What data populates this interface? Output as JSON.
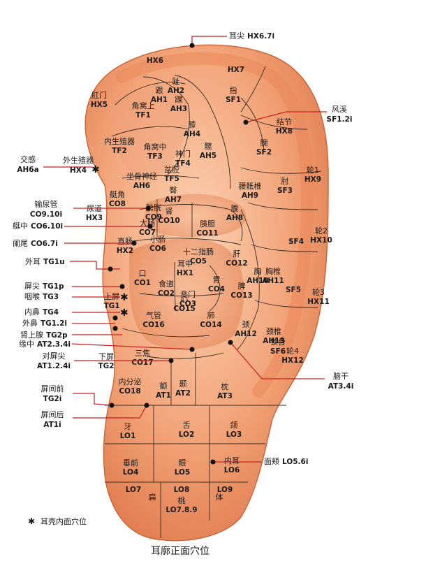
{
  "title": "耳廓正面穴位",
  "legend": {
    "mark": "✱",
    "text": "耳壳内面穴位"
  },
  "zones": [
    {
      "name": "",
      "code": "HX6"
    },
    {
      "name": "",
      "code": "HX7"
    },
    {
      "name": "趾",
      "code": "AH2"
    },
    {
      "name": "跟",
      "code": "AH1"
    },
    {
      "name": "踝",
      "code": "AH3"
    },
    {
      "name": "指",
      "code": "SF1"
    },
    {
      "name": "肛门",
      "code": "HX5"
    },
    {
      "name": "角窝上",
      "code": "TF1"
    },
    {
      "name": "膝",
      "code": "AH4"
    },
    {
      "name": "结节",
      "code": "HX8"
    },
    {
      "name": "腕",
      "code": "SF2"
    },
    {
      "name": "内生殖器",
      "code": "TF2"
    },
    {
      "name": "角窝中",
      "code": "TF3"
    },
    {
      "name": "神门",
      "code": "TF4"
    },
    {
      "name": "髋",
      "code": "AH5"
    },
    {
      "name": "坐骨神经",
      "code": "AH6"
    },
    {
      "name": "盆腔",
      "code": "TF5"
    },
    {
      "name": "轮1",
      "code": "HX9"
    },
    {
      "name": "肘",
      "code": "SF3"
    },
    {
      "name": "艇角",
      "code": "CO8"
    },
    {
      "name": "臀",
      "code": "AH7"
    },
    {
      "name": "腰骶椎",
      "code": "AH9"
    },
    {
      "name": "膀胱",
      "code": "CO9"
    },
    {
      "name": "尿道",
      "code": "HX3"
    },
    {
      "name": "肾",
      "code": "CO10"
    },
    {
      "name": "腹",
      "code": "AH8"
    },
    {
      "name": "大肠",
      "code": "CO7"
    },
    {
      "name": "胰胆",
      "code": "CO11"
    },
    {
      "name": "轮2",
      "code": "HX10"
    },
    {
      "name": "直肠",
      "code": "HX2"
    },
    {
      "name": "小肠",
      "code": "CO6"
    },
    {
      "name": "",
      "code": "SF4"
    },
    {
      "name": "十二指肠",
      "code": "CO5"
    },
    {
      "name": "肝",
      "code": "CO12"
    },
    {
      "name": "口",
      "code": "CO1"
    },
    {
      "name": "耳中",
      "code": "HX1"
    },
    {
      "name": "胸椎",
      "code": "AH11"
    },
    {
      "name": "胸",
      "code": "AH10"
    },
    {
      "name": "食道",
      "code": "CO2"
    },
    {
      "name": "胃",
      "code": "CO4"
    },
    {
      "name": "贲门",
      "code": "CO3"
    },
    {
      "name": "脾",
      "code": "CO13"
    },
    {
      "name": "",
      "code": "SF5"
    },
    {
      "name": "轮3",
      "code": "HX11"
    },
    {
      "name": "上屏",
      "code": "TG1"
    },
    {
      "name": "心",
      "code": "CO15"
    },
    {
      "name": "气管",
      "code": "CO16"
    },
    {
      "name": "肺",
      "code": "CO14"
    },
    {
      "name": "颈",
      "code": "AH12"
    },
    {
      "name": "颈椎",
      "code": "AH13"
    },
    {
      "name": "锁骨",
      "code": "SF6"
    },
    {
      "name": "三焦",
      "code": "CO17"
    },
    {
      "name": "下屏",
      "code": "TG2"
    },
    {
      "name": "轮4",
      "code": "HX12"
    },
    {
      "name": "内分泌",
      "code": "CO18"
    },
    {
      "name": "额",
      "code": "AT1"
    },
    {
      "name": "颞",
      "code": "AT2"
    },
    {
      "name": "枕",
      "code": "AT3"
    },
    {
      "name": "牙",
      "code": "LO1"
    },
    {
      "name": "舌",
      "code": "LO2"
    },
    {
      "name": "颌",
      "code": "LO3"
    },
    {
      "name": "垂前",
      "code": "LO4"
    },
    {
      "name": "眼",
      "code": "LO5"
    },
    {
      "name": "内耳",
      "code": "LO6"
    },
    {
      "name": "",
      "code": "LO7"
    },
    {
      "name": "",
      "code": "LO8"
    },
    {
      "name": "",
      "code": "LO9"
    },
    {
      "name": "扁",
      "code": ""
    },
    {
      "name": "桃",
      "code": "LO7.8.9"
    },
    {
      "name": "体",
      "code": ""
    }
  ],
  "callouts": [
    {
      "name": "耳尖",
      "code": "HX6.7i"
    },
    {
      "name": "风溪",
      "code": "SF1.2i"
    },
    {
      "name": "交感",
      "code": "AH6a"
    },
    {
      "name": "外生殖器",
      "code": "HX4"
    },
    {
      "name": "输尿管",
      "code": "CO9.10i"
    },
    {
      "name": "艇中",
      "code": "CO6.10i"
    },
    {
      "name": "阑尾",
      "code": "CO6.7i"
    },
    {
      "name": "外耳",
      "code": "TG1u"
    },
    {
      "name": "屏尖",
      "code": "TG1p"
    },
    {
      "name": "咽喉",
      "code": "TG3"
    },
    {
      "name": "内鼻",
      "code": "TG4"
    },
    {
      "name": "外鼻",
      "code": "TG1.2i"
    },
    {
      "name": "肾上腺",
      "code": "TG2p"
    },
    {
      "name": "缘中",
      "code": "AT2.3.4i"
    },
    {
      "name": "对屏尖",
      "code": "AT1.2.4i"
    },
    {
      "name": "屏间前",
      "code": "TG2i"
    },
    {
      "name": "屏间后",
      "code": "AT1i"
    },
    {
      "name": "脑干",
      "code": "AT3.4i"
    },
    {
      "name": "面颊",
      "code": "LO5.6i"
    }
  ],
  "colors": {
    "skin_light": "#f8c9a6",
    "skin_mid": "#f29a6c",
    "skin_dark": "#d96a3e",
    "line": "#c9201d"
  }
}
